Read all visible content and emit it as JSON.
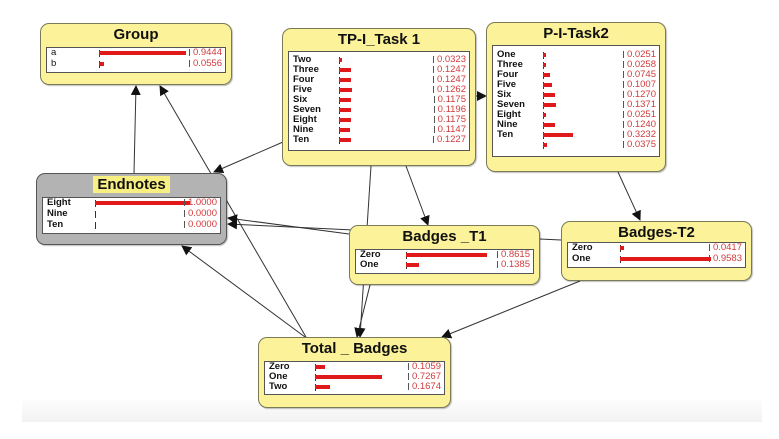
{
  "diagram": {
    "type": "bayesian-network",
    "bar_color": "#e01a1a",
    "value_color": "#d23b3b",
    "node_fill": "#fbf29a",
    "evidence_node_fill": "#b3b3b3"
  },
  "nodes": {
    "group": {
      "title": "Group",
      "states": [
        {
          "label": "a",
          "value": "0.9444",
          "p": 0.9444
        },
        {
          "label": "b",
          "value": "0.0556",
          "p": 0.0556
        }
      ]
    },
    "tp1": {
      "title": "TP-I_Task 1",
      "states": [
        {
          "label": "Two",
          "value": "0.0323",
          "p": 0.0323
        },
        {
          "label": "Three",
          "value": "0.1247",
          "p": 0.1247
        },
        {
          "label": "Four",
          "value": "0.1247",
          "p": 0.1247
        },
        {
          "label": "Five",
          "value": "0.1262",
          "p": 0.1262
        },
        {
          "label": "Six",
          "value": "0.1175",
          "p": 0.1175
        },
        {
          "label": "Seven",
          "value": "0.1196",
          "p": 0.1196
        },
        {
          "label": "Eight",
          "value": "0.1175",
          "p": 0.1175
        },
        {
          "label": "Nine",
          "value": "0.1147",
          "p": 0.1147
        },
        {
          "label": "Ten",
          "value": "0.1227",
          "p": 0.1227
        }
      ]
    },
    "pt2": {
      "title": "P-I-Task2",
      "states": [
        {
          "label": "One",
          "value": "0.0251",
          "p": 0.0251
        },
        {
          "label": "Three",
          "value": "0.0258",
          "p": 0.0258
        },
        {
          "label": "Four",
          "value": "0.0745",
          "p": 0.0745
        },
        {
          "label": "Five",
          "value": "0.1007",
          "p": 0.1007
        },
        {
          "label": "Six",
          "value": "0.1270",
          "p": 0.127
        },
        {
          "label": "Seven",
          "value": "0.1371",
          "p": 0.1371
        },
        {
          "label": "Eight",
          "value": "0.0251",
          "p": 0.0251
        },
        {
          "label": "Nine",
          "value": "0.1240",
          "p": 0.124
        },
        {
          "label": "Ten",
          "value": "0.3232",
          "p": 0.3232
        },
        {
          "label": "",
          "value": "0.0375",
          "p": 0.0375
        }
      ]
    },
    "endnotes": {
      "title": "Endnotes",
      "states": [
        {
          "label": "Eight",
          "value": "1.0000",
          "p": 1.0
        },
        {
          "label": "Nine",
          "value": "0.0000",
          "p": 0.0
        },
        {
          "label": "Ten",
          "value": "0.0000",
          "p": 0.0
        }
      ]
    },
    "bt1": {
      "title": "Badges _T1",
      "states": [
        {
          "label": "Zero",
          "value": "0.8615",
          "p": 0.8615
        },
        {
          "label": "One",
          "value": "0.1385",
          "p": 0.1385
        }
      ]
    },
    "bt2": {
      "title": "Badges-T2",
      "states": [
        {
          "label": "Zero",
          "value": "0.0417",
          "p": 0.0417
        },
        {
          "label": "One",
          "value": "0.9583",
          "p": 0.9583
        }
      ]
    },
    "total": {
      "title": "Total _ Badges",
      "states": [
        {
          "label": "Zero",
          "value": "0.1059",
          "p": 0.1059
        },
        {
          "label": "One",
          "value": "0.7267",
          "p": 0.7267
        },
        {
          "label": "Two",
          "value": "0.1674",
          "p": 0.1674
        }
      ]
    }
  },
  "edges": [
    {
      "from": "endnotes",
      "to": "group"
    },
    {
      "from": "total",
      "to": "group"
    },
    {
      "from": "tp1",
      "to": "endnotes"
    },
    {
      "from": "tp1",
      "to": "pt2"
    },
    {
      "from": "tp1",
      "to": "bt1"
    },
    {
      "from": "tp1",
      "to": "total"
    },
    {
      "from": "pt2",
      "to": "bt2"
    },
    {
      "from": "bt1",
      "to": "endnotes"
    },
    {
      "from": "bt2",
      "to": "endnotes"
    },
    {
      "from": "bt1",
      "to": "total"
    },
    {
      "from": "bt2",
      "to": "total"
    },
    {
      "from": "total",
      "to": "endnotes"
    }
  ]
}
